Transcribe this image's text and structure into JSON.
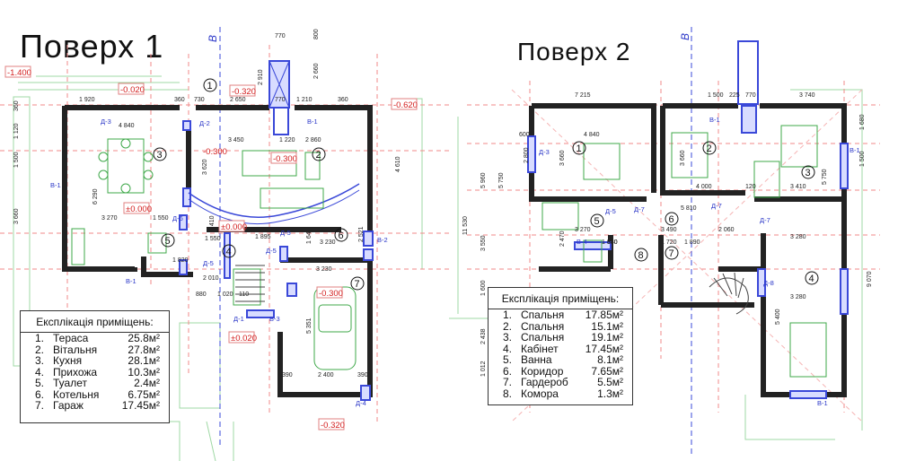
{
  "floor1": {
    "title": "Поверх 1",
    "legend_header": "Експлікація приміщень:",
    "rooms": [
      {
        "num": "1.",
        "name": "Тераса",
        "area": "25.8м²"
      },
      {
        "num": "2.",
        "name": "Вітальня",
        "area": "27.8м²"
      },
      {
        "num": "3.",
        "name": "Кухня",
        "area": "28.1м²"
      },
      {
        "num": "4.",
        "name": "Прихожа",
        "area": "10.3м²"
      },
      {
        "num": "5.",
        "name": "Туалет",
        "area": "2.4м²"
      },
      {
        "num": "6.",
        "name": "Котельня",
        "area": "6.75м²"
      },
      {
        "num": "7.",
        "name": "Гараж",
        "area": "17.45м²"
      }
    ],
    "levels": [
      "-1.400",
      "-0.020",
      "-0.320",
      "-0.620",
      "-0.300",
      "-0.300",
      "±0.000",
      "±0.000",
      "-0.300",
      "±0.020",
      "-0.320"
    ],
    "room_numbers": [
      "1",
      "2",
      "3",
      "4",
      "5",
      "6",
      "7"
    ],
    "dims": [
      "770",
      "800",
      "2 910",
      "2 660",
      "1 920",
      "360",
      "730",
      "2 650",
      "770",
      "1 210",
      "360",
      "4 840",
      "3 450",
      "1 220",
      "2 860",
      "3 620",
      "4 610",
      "6 290",
      "3 270",
      "1 550",
      "1 410",
      "1 895",
      "3 230",
      "2 521",
      "1 644",
      "1 550",
      "1 820",
      "3 230",
      "2 010",
      "880",
      "1 020",
      "110",
      "5 351",
      "390",
      "2 400",
      "390",
      "360",
      "1 120",
      "1 500",
      "3 660"
    ],
    "marks": [
      "В",
      "Д-3",
      "Д-2",
      "В-1",
      "В-1",
      "Д-6",
      "Д-5",
      "Д-5",
      "В-2",
      "Д-5",
      "В-1",
      "Д-1",
      "В-3",
      "Д-4"
    ]
  },
  "floor2": {
    "title": "Поверх 2",
    "legend_header": "Експлікація приміщень:",
    "rooms": [
      {
        "num": "1.",
        "name": "Спальня",
        "area": "17.85м²"
      },
      {
        "num": "2.",
        "name": "Спальня",
        "area": "15.1м²"
      },
      {
        "num": "3.",
        "name": "Спальня",
        "area": "19.1м²"
      },
      {
        "num": "4.",
        "name": "Кабінет",
        "area": "17.45м²"
      },
      {
        "num": "5.",
        "name": "Ванна",
        "area": "8.1м²"
      },
      {
        "num": "6.",
        "name": "Коридор",
        "area": "7.65м²"
      },
      {
        "num": "7.",
        "name": "Гардероб",
        "area": "5.5м²"
      },
      {
        "num": "8.",
        "name": "Комора",
        "area": "1.3м²"
      }
    ],
    "room_numbers": [
      "1",
      "2",
      "3",
      "4",
      "5",
      "6",
      "7",
      "8"
    ],
    "dims": [
      "7 215",
      "1 500",
      "225",
      "770",
      "3 740",
      "4 840",
      "600",
      "3 660",
      "3 660",
      "2 800",
      "4 000",
      "120",
      "3 410",
      "5 810",
      "3 270",
      "3 490",
      "2 060",
      "1 380",
      "1 720",
      "1 890",
      "3 280",
      "3 280",
      "5 400",
      "9 070",
      "11 530",
      "5 960",
      "5 750",
      "1 680",
      "1 500",
      "5 750",
      "2 438",
      "1 600",
      "1 012",
      "2 470",
      "640",
      "3 550"
    ],
    "marks": [
      "В",
      "В-1",
      "Д-3",
      "Д-5",
      "Д-7",
      "Д-7",
      "Д-7",
      "В-4",
      "Д-8",
      "В-1",
      "В-1"
    ]
  }
}
